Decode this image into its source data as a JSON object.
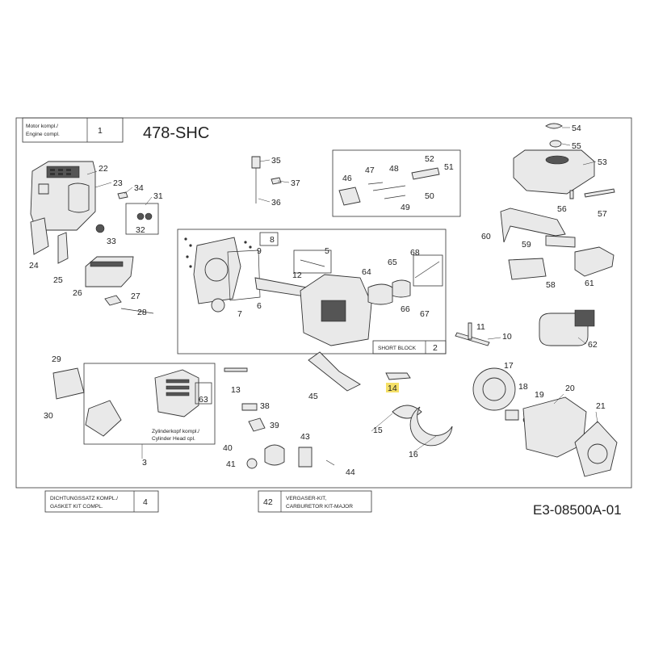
{
  "model": "478-SHC",
  "drawing_number": "E3-08500A-01",
  "engine_box": {
    "label_de": "Motor kompl./",
    "label_en": "Engine compl.",
    "number": "1"
  },
  "short_block": {
    "label": "SHORT BLOCK",
    "number": "2"
  },
  "cylinder_head": {
    "label_de": "Zylinderkopf kompl./",
    "label_en": "Cylinder Head cpl.",
    "number": "3"
  },
  "gasket_kit": {
    "label_de": "DICHTUNGSSATZ KOMPL./",
    "label_en": "GASKET KIT COMPL.",
    "number": "4"
  },
  "carb_kit": {
    "number": "42",
    "label_de": "VERGASER-KIT,",
    "label_en": "CARBURETOR KIT-MAJOR"
  },
  "callouts": {
    "c5": "5",
    "c6": "6",
    "c7": "7",
    "c8": "8",
    "c9": "9",
    "c10": "10",
    "c11": "11",
    "c12": "12",
    "c13": "13",
    "c14": "14",
    "c15": "15",
    "c16": "16",
    "c17": "17",
    "c18": "18",
    "c19": "19",
    "c20": "20",
    "c21": "21",
    "c22": "22",
    "c23": "23",
    "c24": "24",
    "c25": "25",
    "c26": "26",
    "c27": "27",
    "c28": "28",
    "c29": "29",
    "c30": "30",
    "c31": "31",
    "c32": "32",
    "c33": "33",
    "c34": "34",
    "c35": "35",
    "c36": "36",
    "c37": "37",
    "c38": "38",
    "c39": "39",
    "c40": "40",
    "c41": "41",
    "c43": "43",
    "c44": "44",
    "c45": "45",
    "c46": "46",
    "c47": "47",
    "c48": "48",
    "c49": "49",
    "c50": "50",
    "c51": "51",
    "c52": "52",
    "c53": "53",
    "c54": "54",
    "c55": "55",
    "c56": "56",
    "c57": "57",
    "c58": "58",
    "c59": "59",
    "c60": "60",
    "c61": "61",
    "c62": "62",
    "c63": "63",
    "c64": "64",
    "c65": "65",
    "c66": "66",
    "c67": "67",
    "c68": "68"
  },
  "highlight_color": "#f5e067"
}
